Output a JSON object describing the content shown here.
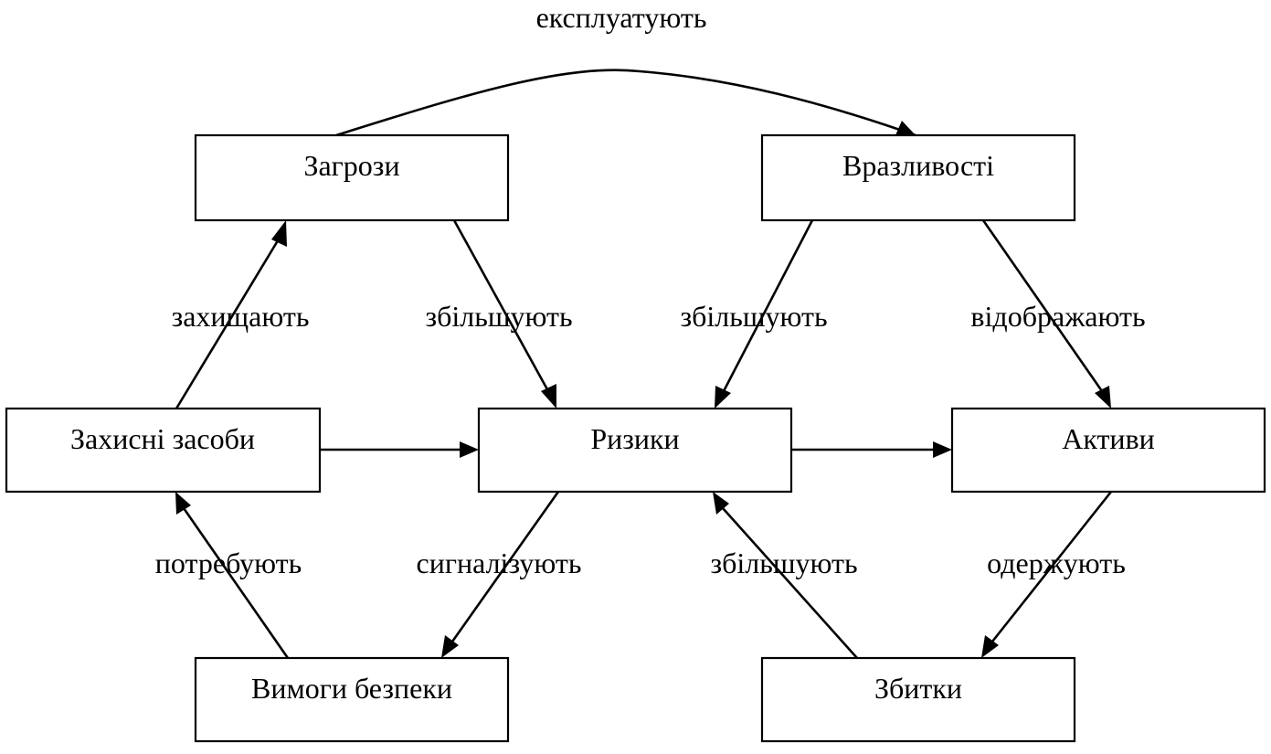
{
  "diagram": {
    "type": "concept-relationship-diagram",
    "colors": {
      "stroke": "#000000",
      "background": "#ffffff",
      "text": "#000000"
    },
    "nodes": [
      {
        "id": "threats",
        "label": "Загрози"
      },
      {
        "id": "vulnerabilities",
        "label": "Вразливості"
      },
      {
        "id": "safeguards",
        "label": "Захисні засоби"
      },
      {
        "id": "risks",
        "label": "Ризики"
      },
      {
        "id": "assets",
        "label": "Активи"
      },
      {
        "id": "requirements",
        "label": "Вимоги безпеки"
      },
      {
        "id": "losses",
        "label": "Збитки"
      }
    ],
    "edges": [
      {
        "id": "exploit",
        "from": "threats",
        "to": "vulnerabilities",
        "label": "експлуатують"
      },
      {
        "id": "protect",
        "from": "safeguards",
        "to": "threats",
        "label": "захищають"
      },
      {
        "id": "threats-increase",
        "from": "threats",
        "to": "risks",
        "label": "збільшують"
      },
      {
        "id": "vuln-increase",
        "from": "vulnerabilities",
        "to": "risks",
        "label": "збільшують"
      },
      {
        "id": "reflect",
        "from": "vulnerabilities",
        "to": "assets",
        "label": "відображають"
      },
      {
        "id": "safeguards-risks",
        "from": "safeguards",
        "to": "risks",
        "label": ""
      },
      {
        "id": "risks-assets",
        "from": "risks",
        "to": "assets",
        "label": ""
      },
      {
        "id": "require",
        "from": "requirements",
        "to": "safeguards",
        "label": "потребують"
      },
      {
        "id": "signal",
        "from": "risks",
        "to": "requirements",
        "label": "сигналізують"
      },
      {
        "id": "losses-increase",
        "from": "losses",
        "to": "risks",
        "label": "збільшують"
      },
      {
        "id": "receive",
        "from": "assets",
        "to": "losses",
        "label": "одержують"
      }
    ]
  }
}
